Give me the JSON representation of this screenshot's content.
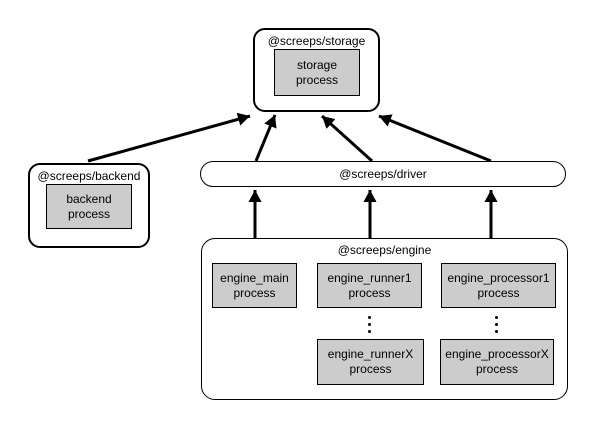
{
  "diagram": {
    "background_color": "#ffffff",
    "line_color": "#000000",
    "process_fill_color": "#cccccc",
    "nodes": {
      "storage": {
        "title": "@screeps/storage",
        "process": "storage\nprocess"
      },
      "backend": {
        "title": "@screeps/backend",
        "process": "backend\nprocess"
      },
      "driver": {
        "title": "@screeps/driver"
      },
      "engine": {
        "title": "@screeps/engine",
        "processes": {
          "main": "engine_main\nprocess",
          "runner1": "engine_runner1\nprocess",
          "runnerX": "engine_runnerX\nprocess",
          "processor1": "engine_processor1\nprocess",
          "processorX": "engine_processorX\nprocess"
        }
      }
    },
    "edges": [
      {
        "from": "backend",
        "to": "storage"
      },
      {
        "from": "driver",
        "to": "storage"
      },
      {
        "from": "driver",
        "to": "storage"
      },
      {
        "from": "driver",
        "to": "storage"
      },
      {
        "from": "engine",
        "to": "driver"
      },
      {
        "from": "engine",
        "to": "driver"
      },
      {
        "from": "engine",
        "to": "driver"
      }
    ]
  }
}
